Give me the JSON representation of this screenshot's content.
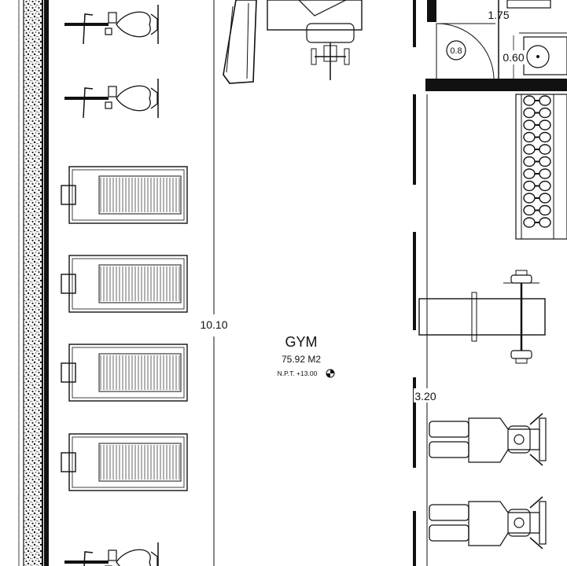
{
  "room": {
    "name": "GYM",
    "area": "75.92 M2",
    "level": "N.P.T. +13.00"
  },
  "dimensions": {
    "width_1": "1.75",
    "width_2": "0.60",
    "door_swing": "0.8",
    "length": "10.10",
    "side": "3.20"
  },
  "symbols": {
    "level_marker": "level-marker-icon"
  }
}
